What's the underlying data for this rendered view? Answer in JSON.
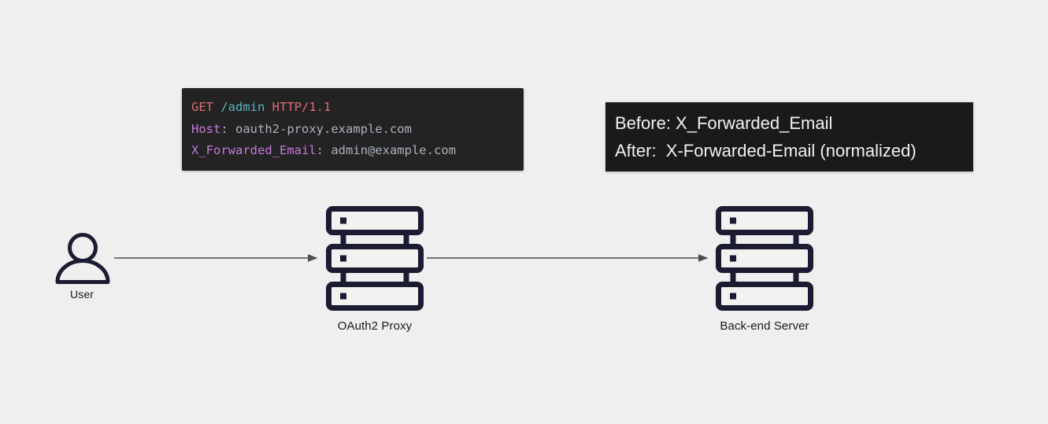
{
  "code_block": {
    "request_line": {
      "method": "GET ",
      "path": "/admin ",
      "version": "HTTP/1.1"
    },
    "host_header": {
      "name": "Host",
      "sep": ": ",
      "value": "oauth2-proxy.example.com"
    },
    "email_header": {
      "name": "X_Forwarded_Email",
      "sep": ": ",
      "value": "admin@example.com"
    }
  },
  "annotation_block": {
    "before_line": "Before: X_Forwarded_Email",
    "after_line": "After:  X-Forwarded-Email (normalized)"
  },
  "nodes": {
    "user": {
      "label": "User"
    },
    "proxy": {
      "label": "OAuth2 Proxy"
    },
    "backend": {
      "label": "Back-end Server"
    }
  },
  "colors": {
    "page_bg": "#efeff0",
    "code_block_bg": "#232323",
    "annotation_bg": "#1a1a1a",
    "http_method_red": "#e06c75",
    "http_path_cyan": "#56b6c2",
    "header_name_purple": "#c678dd",
    "header_value_gray": "#abb2bf",
    "annotation_text": "#f2f2f2",
    "icon_stroke": "#1b1b32",
    "arrow": "#4d4d4d",
    "label_text": "#1a1a1a"
  }
}
